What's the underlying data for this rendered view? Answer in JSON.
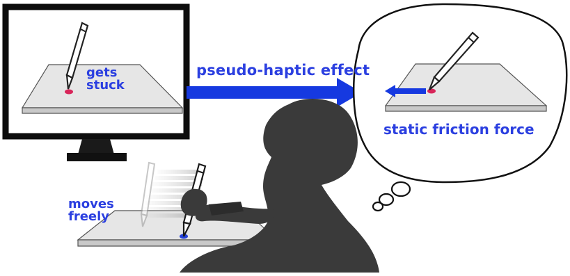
{
  "labels": {
    "effect": "pseudo-haptic effect",
    "stuck_line1": "gets",
    "stuck_line2": "stuck",
    "friction": "static friction force",
    "free_line1": "moves",
    "free_line2": "freely"
  },
  "colors": {
    "label": "#2b3fe0",
    "arrow": "#1639e0",
    "stuck_point": "#d8265a",
    "free_point": "#2340d8",
    "person": "#3b3b3b",
    "surface": "#e6e6e6",
    "outline": "#222222"
  }
}
